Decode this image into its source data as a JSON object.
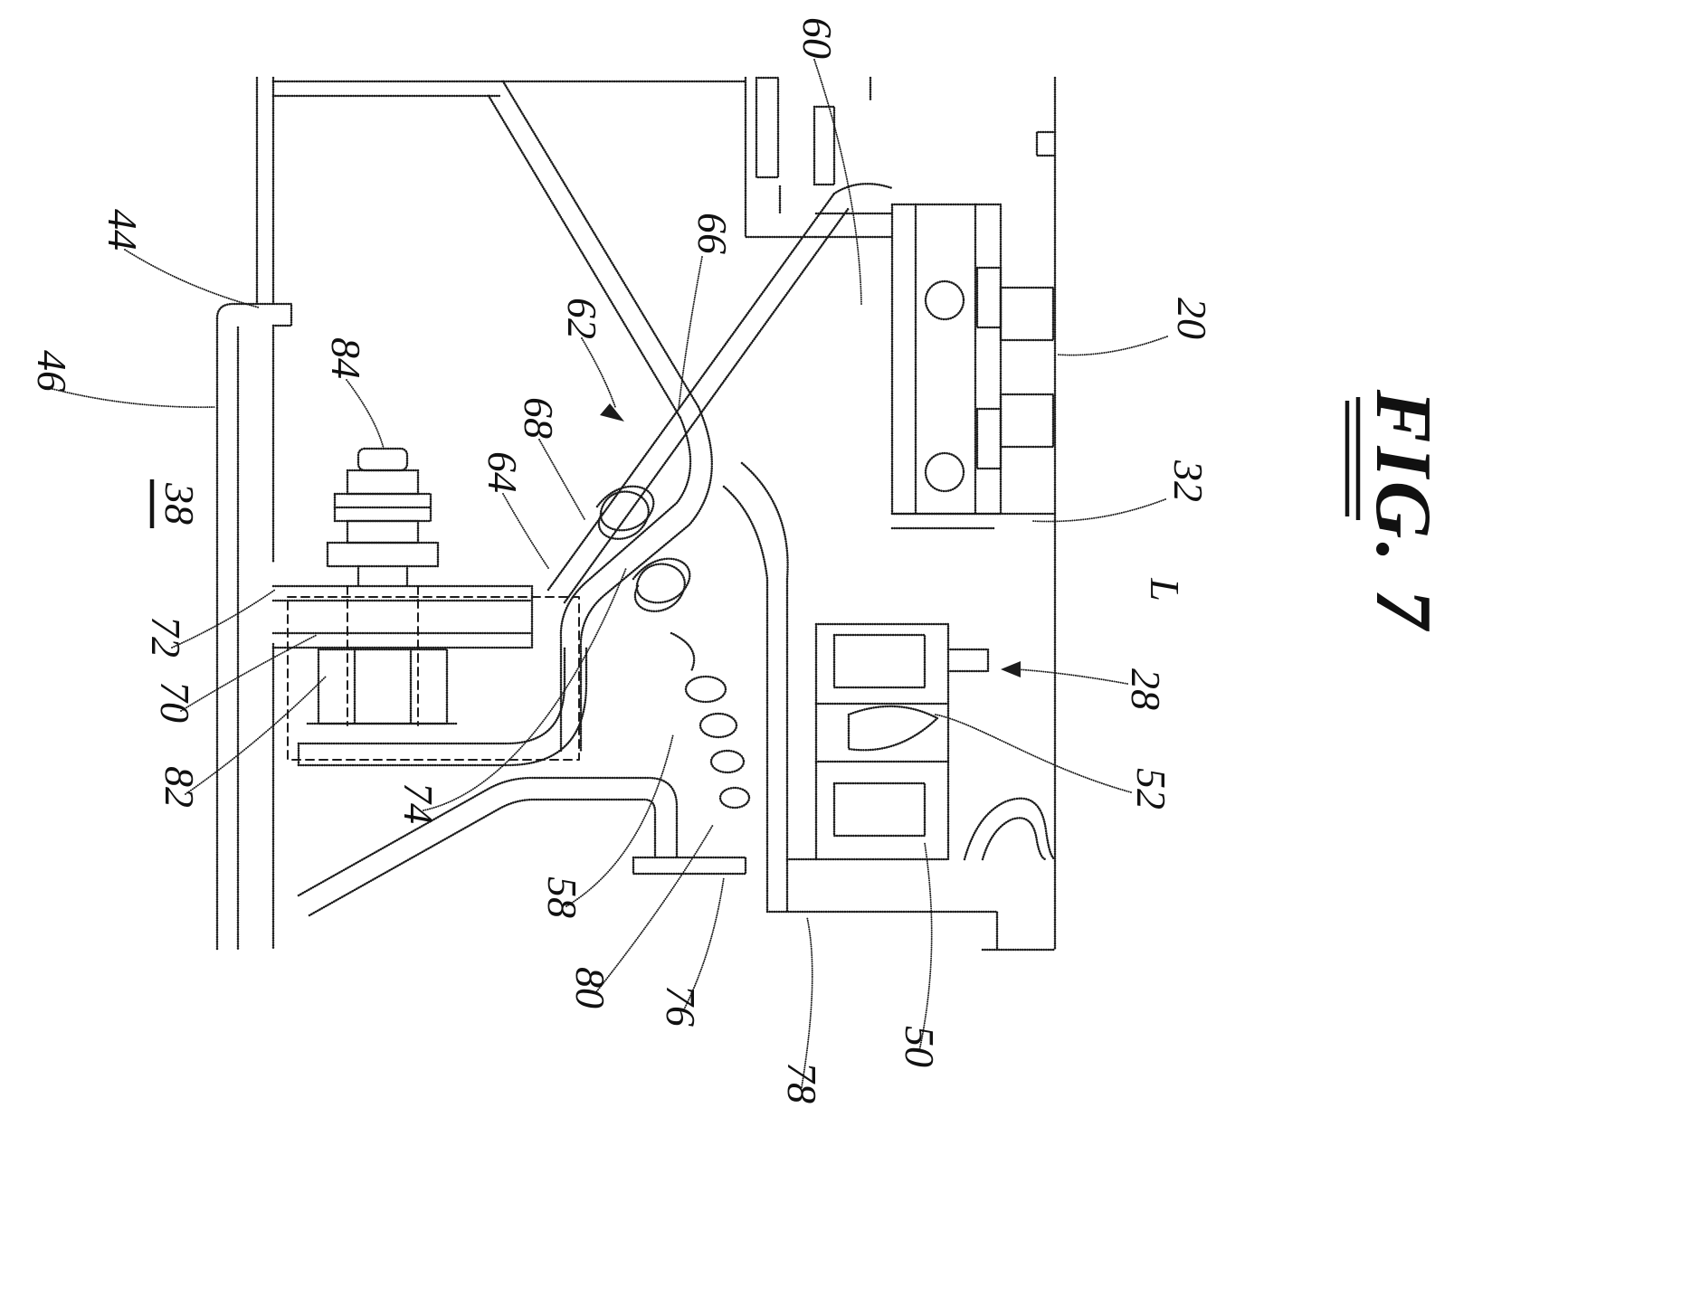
{
  "figure": {
    "label": "FIG. 7"
  },
  "ref": {
    "n20": "20",
    "n28": "28",
    "n32": "32",
    "n38": "38",
    "n44": "44",
    "n46": "46",
    "n50": "50",
    "n52": "52",
    "n58": "58",
    "n60": "60",
    "n62": "62",
    "n64": "64",
    "n66": "66",
    "n68": "68",
    "n70": "70",
    "n72": "72",
    "n74": "74",
    "n76": "76",
    "n78": "78",
    "n80": "80",
    "n82": "82",
    "n84": "84",
    "L": "L"
  },
  "style": {
    "ink": "#1c1c1c",
    "paper": "#ffffff"
  }
}
